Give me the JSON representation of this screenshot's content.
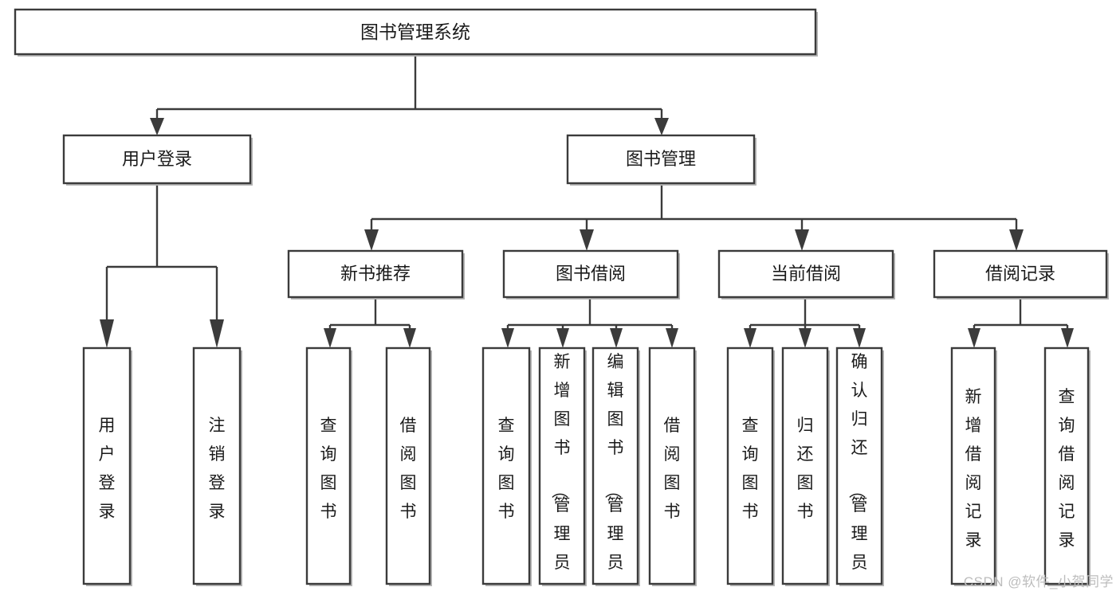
{
  "diagram": {
    "type": "tree",
    "title": "图书管理系统",
    "watermark": "CSDN @软件_小贺同学",
    "colors": {
      "box_stroke": "#3b3b3b",
      "box_fill": "#ffffff",
      "text": "#1a1a1a",
      "connector": "#3b3b3b",
      "watermark": "#bdbdbd",
      "background": "#ffffff"
    },
    "root": {
      "id": "root",
      "label": "图书管理系统"
    },
    "level1": [
      {
        "id": "user-login",
        "label": "用户登录"
      },
      {
        "id": "book-manage",
        "label": "图书管理"
      }
    ],
    "level2": [
      {
        "id": "new-book-rec",
        "label": "新书推荐",
        "parent": "book-manage"
      },
      {
        "id": "book-borrow",
        "label": "图书借阅",
        "parent": "book-manage"
      },
      {
        "id": "current-borrow",
        "label": "当前借阅",
        "parent": "book-manage"
      },
      {
        "id": "borrow-record",
        "label": "借阅记录",
        "parent": "book-manage"
      }
    ],
    "leaves": [
      {
        "id": "leaf-user-login",
        "label": "用户登录",
        "parent": "user-login"
      },
      {
        "id": "leaf-logout",
        "label": "注销登录",
        "parent": "user-login"
      },
      {
        "id": "leaf-query-book-1",
        "label": "查询图书",
        "parent": "new-book-rec"
      },
      {
        "id": "leaf-borrow-book-1",
        "label": "借阅图书",
        "parent": "new-book-rec"
      },
      {
        "id": "leaf-query-book-2",
        "label": "查询图书",
        "parent": "book-borrow"
      },
      {
        "id": "leaf-add-book",
        "label": "新增图书（管理员）",
        "parent": "book-borrow"
      },
      {
        "id": "leaf-edit-book",
        "label": "编辑图书（管理员）",
        "parent": "book-borrow"
      },
      {
        "id": "leaf-borrow-book-2",
        "label": "借阅图书",
        "parent": "book-borrow"
      },
      {
        "id": "leaf-query-book-3",
        "label": "查询图书",
        "parent": "current-borrow"
      },
      {
        "id": "leaf-return-book",
        "label": "归还图书",
        "parent": "current-borrow"
      },
      {
        "id": "leaf-confirm-return",
        "label": "确认归还（管理员）",
        "parent": "current-borrow"
      },
      {
        "id": "leaf-add-record",
        "label": "新增借阅记录",
        "parent": "borrow-record"
      },
      {
        "id": "leaf-query-record",
        "label": "查询借阅记录",
        "parent": "borrow-record"
      }
    ]
  }
}
